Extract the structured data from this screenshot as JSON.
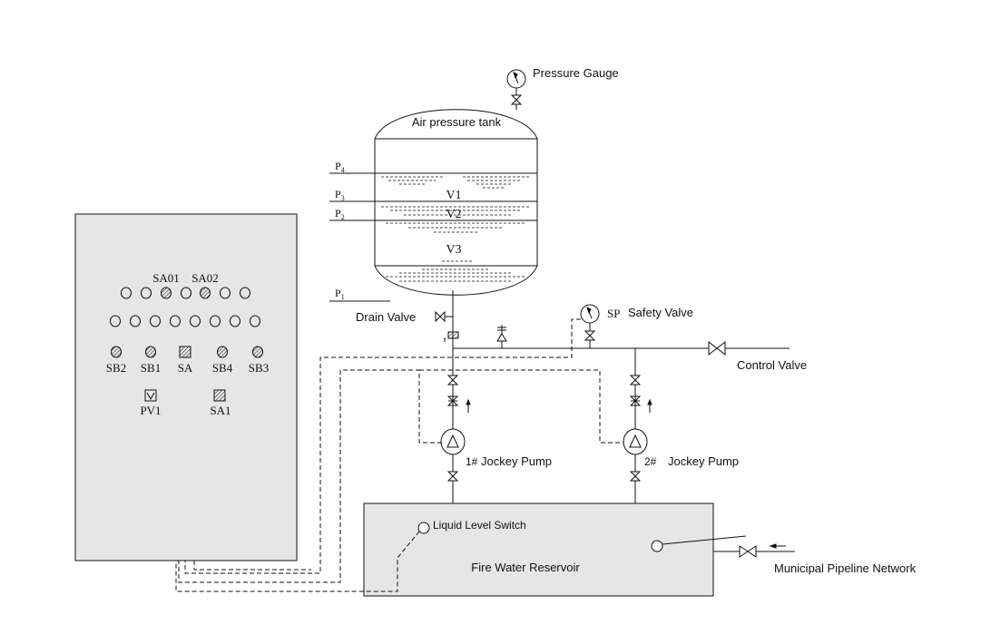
{
  "labels": {
    "pressure_gauge": "Pressure Gauge",
    "tank": "Air pressure tank",
    "v1": "V1",
    "v2": "V2",
    "v3": "V3",
    "drain_valve": "Drain Valve",
    "sp": "SP",
    "safety_valve": "Safety Valve",
    "control_valve": "Control Valve",
    "pump1_num": "1#",
    "pump1_name": "Jockey Pump",
    "pump2_num": "2#",
    "pump2_name": "Jockey Pump",
    "level_switch": "Liquid Level Switch",
    "reservoir": "Fire Water Reservoir",
    "municipal": "Municipal Pipeline Network"
  },
  "pressure_levels": [
    {
      "main": "P",
      "sub": "4"
    },
    {
      "main": "P",
      "sub": "3"
    },
    {
      "main": "P",
      "sub": "2"
    },
    {
      "main": "P",
      "sub": "1"
    }
  ],
  "panel": {
    "sa01": "SA01",
    "sa02": "SA02",
    "switches": [
      "SB2",
      "SB1",
      "SA",
      "SB4",
      "SB3"
    ],
    "pv1": "PV1",
    "sa1": "SA1"
  },
  "colors": {
    "line": "#111111",
    "panel_fill": "#e6e6e6",
    "reservoir_fill": "#e6e6e6"
  }
}
